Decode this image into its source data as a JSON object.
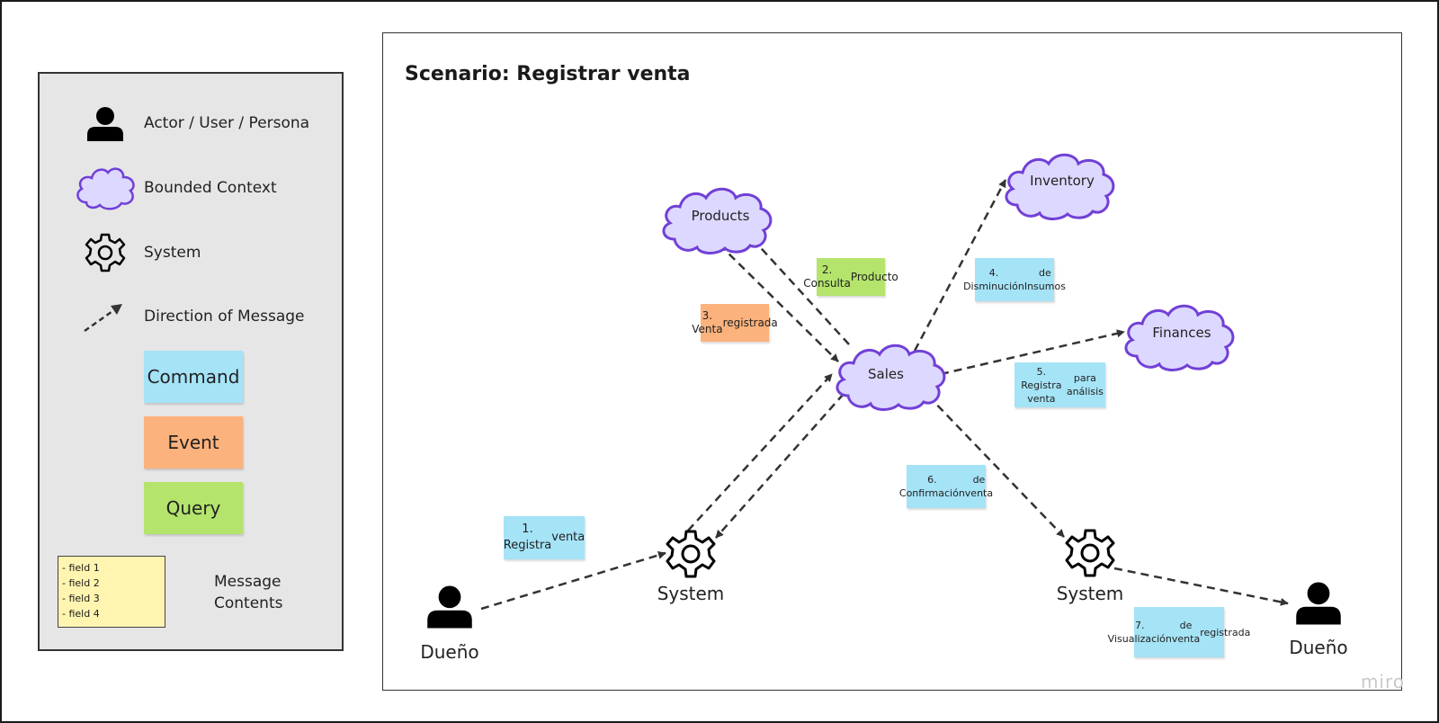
{
  "title": "Scenario: Registrar venta",
  "legend": {
    "actor": "Actor / User / Persona",
    "bounded_context": "Bounded Context",
    "system": "System",
    "direction": "Direction of Message",
    "command": "Command",
    "event": "Event",
    "query": "Query",
    "fields": [
      "- field 1",
      "- field 2",
      "- field 3",
      "- field 4"
    ],
    "message_contents_line1": "Message",
    "message_contents_line2": "Contents"
  },
  "contexts": {
    "products": "Products",
    "inventory": "Inventory",
    "finances": "Finances",
    "sales": "Sales"
  },
  "actors": {
    "left": "Dueño",
    "right": "Dueño"
  },
  "systems": {
    "left": "System",
    "right": "System"
  },
  "messages": {
    "m1": {
      "line1": "1. Registra",
      "line2": "venta"
    },
    "m2": {
      "line1": "2. Consulta",
      "line2": "Producto"
    },
    "m3": {
      "line1": "3. Venta",
      "line2": "registrada"
    },
    "m4": {
      "line1": "4. Disminución",
      "line2": "de Insumos"
    },
    "m5": {
      "line1": "5. Registra venta",
      "line2": "para análisis"
    },
    "m6": {
      "line1": "6. Confirmación",
      "line2": "de venta"
    },
    "m7": {
      "line1": "7. Visualización",
      "line2": "de venta",
      "line3": "registrada"
    }
  },
  "colors": {
    "command": "#a5e3f7",
    "event": "#fcb27c",
    "query": "#b4e46c",
    "cloud_fill": "#ddd8ff",
    "cloud_stroke": "#7140d6",
    "note": "#fff5b0"
  },
  "watermark": "miro"
}
